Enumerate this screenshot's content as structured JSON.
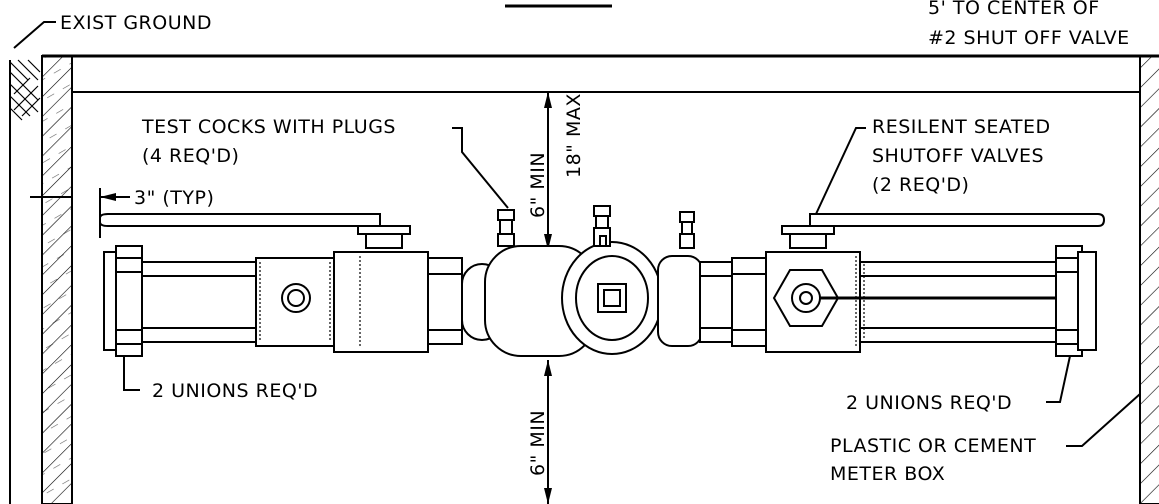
{
  "labels": {
    "exist_ground": "EXIST GROUND",
    "top_right_line1": "5' TO CENTER OF",
    "top_right_line2": "#2 SHUT OFF VALVE",
    "test_cocks_line1": "TEST COCKS WITH PLUGS",
    "test_cocks_line2": "(4 REQ'D)",
    "typ_3in": "3\" (TYP)",
    "min_6in_top": "6\" MIN",
    "max_18in": "18\" MAX",
    "min_6in_bottom": "6\" MIN",
    "resilent_line1": "RESILENT SEATED",
    "resilent_line2": "SHUTOFF VALVES",
    "resilent_line3": "(2 REQ'D)",
    "unions_left": "2 UNIONS REQ'D",
    "unions_right": "2 UNIONS REQ'D",
    "meter_box_line1": "PLASTIC OR CEMENT",
    "meter_box_line2": "METER BOX"
  }
}
